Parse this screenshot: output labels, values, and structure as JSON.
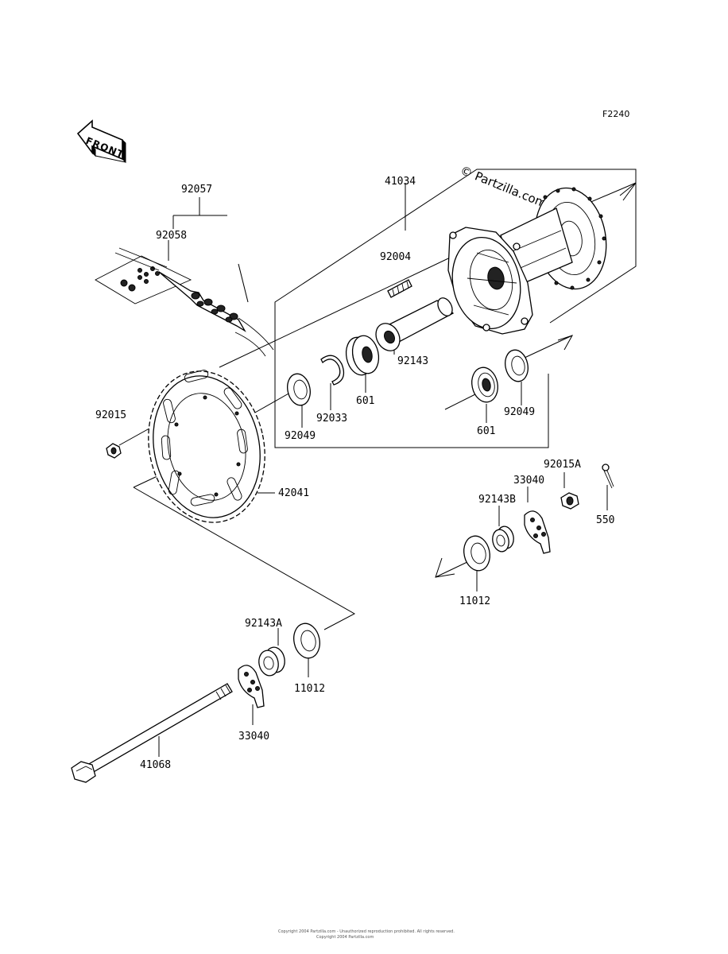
{
  "figure": {
    "code": "F2240",
    "watermark": "© Partzilla.com",
    "front_badge": "FRONT",
    "footer_line1": "Copyright 2004 Partzilla.com - Unauthorized reproduction prohibited. All rights reserved.",
    "footer_line2": "Copyright 2004 Partzilla.com"
  },
  "labels": {
    "p92057": "92057",
    "p92058": "92058",
    "p41034": "41034",
    "p92004": "92004",
    "p92143": "92143",
    "p601a": "601",
    "p92033": "92033",
    "p92049a": "92049",
    "p92049b": "92049",
    "p601b": "601",
    "p92015": "92015",
    "p42041": "42041",
    "p92015A": "92015A",
    "p33040a": "33040",
    "p92143B": "92143B",
    "p550": "550",
    "p11012a": "11012",
    "p92143A": "92143A",
    "p11012b": "11012",
    "p33040b": "33040",
    "p41068": "41068"
  }
}
